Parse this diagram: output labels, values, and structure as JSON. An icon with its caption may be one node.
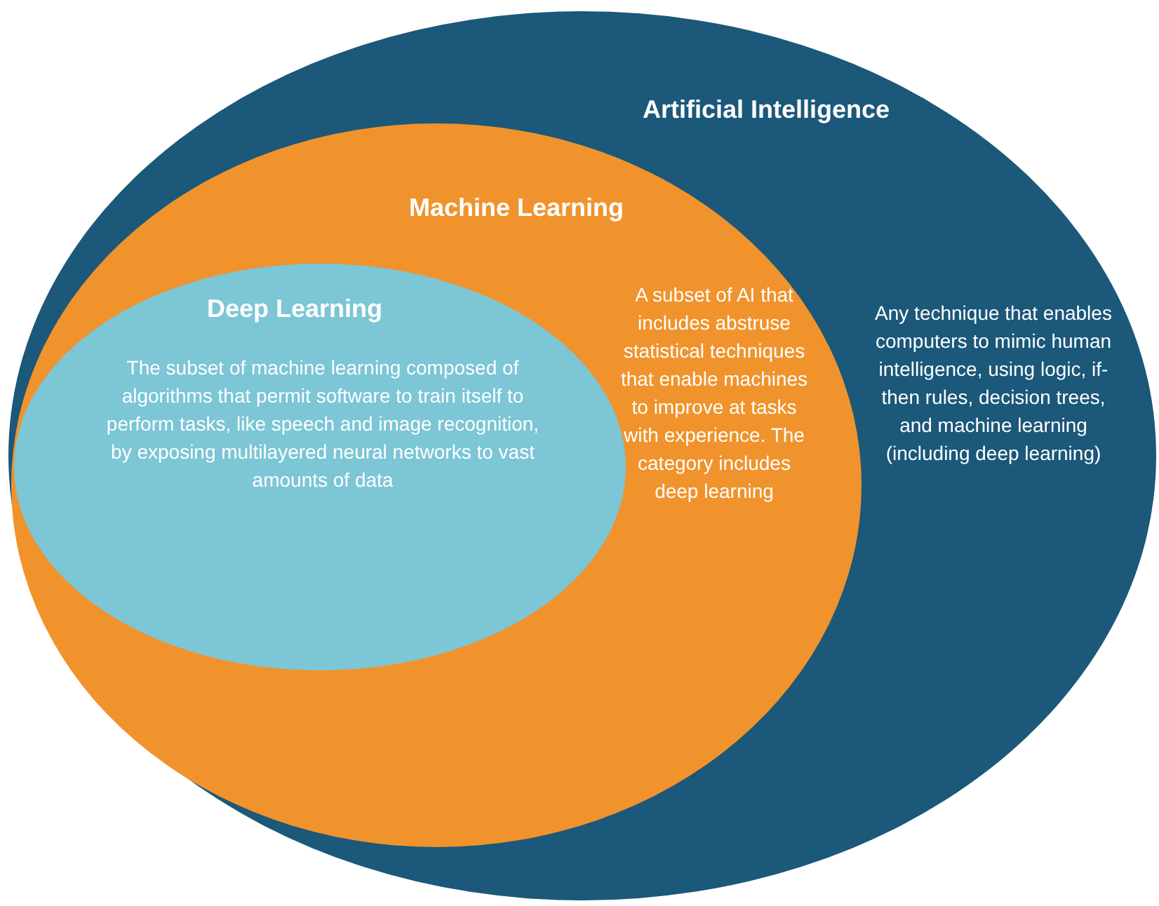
{
  "diagram": {
    "nodes": [
      {
        "text": [
          "Artificial Intelligence",
          "Any technique that enables computers to mimic human intelligence, using logic, if-then rules, decision trees, and machine learning (including deep learning)"
        ]
      },
      {
        "text": [
          "Machine Learning",
          "A subset of AI that includes abstruse statistical techniques that enable machines to improve at tasks with experience. The category includes deep learning"
        ],
        "in": 0
      },
      {
        "text": [
          "Deep Learning",
          "The subset of machine learning composed of algorithms that permit software to train itself to perform tasks, like speech and image recognition, by exposing multilayered neural networks to vast amounts of data"
        ],
        "in": 1
      }
    ],
    "edges": []
  }
}
